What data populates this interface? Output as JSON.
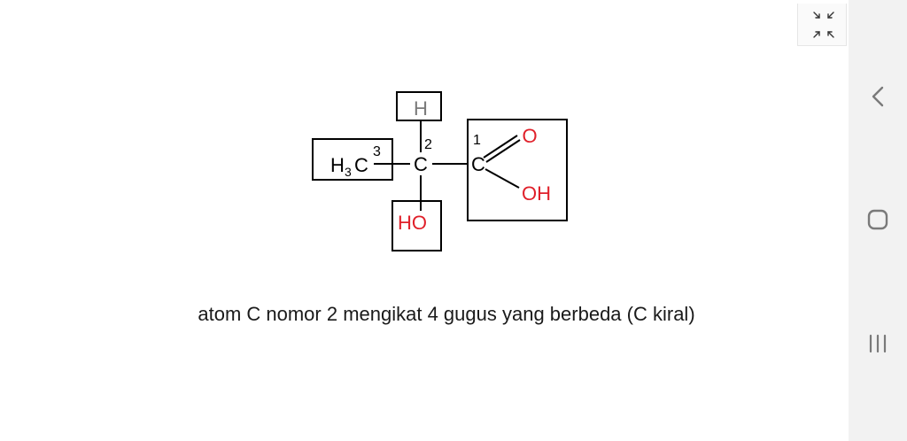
{
  "molecule": {
    "atoms": {
      "h_top": "H",
      "h3": "H",
      "h3_sub": "3",
      "c_methyl": "C",
      "c_center": "C",
      "c_acid": "C",
      "o_double": "O",
      "oh": "OH",
      "ho": "HO"
    },
    "numbers": {
      "n1": "1",
      "n2": "2",
      "n3": "3"
    },
    "colors": {
      "carbon": "#000000",
      "hydrogen": "#7a7a7a",
      "oxygen": "#e0202a"
    }
  },
  "caption": "atom C nomor 2 mengikat 4 gugus yang berbeda (C kiral)",
  "toolbar": {
    "collapse_icon": "collapse-arrows-icon"
  },
  "navbar": {
    "back_icon": "chevron-left-icon",
    "home_icon": "rounded-square-home-icon",
    "recents_icon": "three-bars-recents-icon"
  }
}
